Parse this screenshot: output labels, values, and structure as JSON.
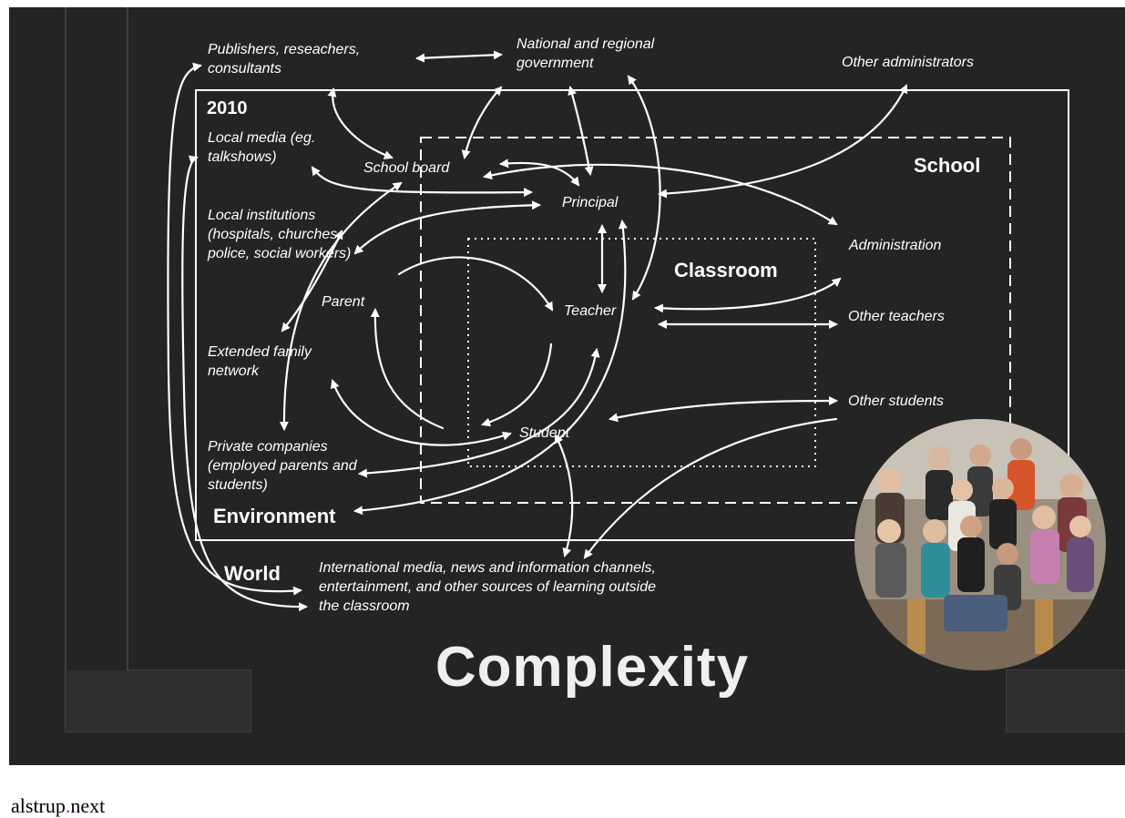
{
  "slide": {
    "title": "Complexity",
    "year": "2010",
    "zones": {
      "school": "School",
      "classroom": "Classroom",
      "environment": "Environment",
      "world": "World"
    },
    "nodes": {
      "publishers": "Publishers, reseachers, consultants",
      "government": "National and regional government",
      "other_administrators": "Other administrators",
      "local_media": "Local media (eg. talkshows)",
      "school_board": "School board",
      "principal": "Principal",
      "local_institutions": "Local institutions (hospitals, churches, police, social workers)",
      "administration": "Administration",
      "parent": "Parent",
      "teacher": "Teacher",
      "other_teachers": "Other teachers",
      "extended_family": "Extended family network",
      "other_students": "Other students",
      "student": "Student",
      "private_companies": "Private companies (employed parents and students)",
      "international_media": "International media, news and information channels, entertainment, and other sources of learning outside the classroom"
    },
    "colors": {
      "background": "#242424",
      "foreground": "#ffffff"
    }
  },
  "footer": {
    "brand_left": "alstrup",
    "brand_sep": ".",
    "brand_right": "next"
  }
}
